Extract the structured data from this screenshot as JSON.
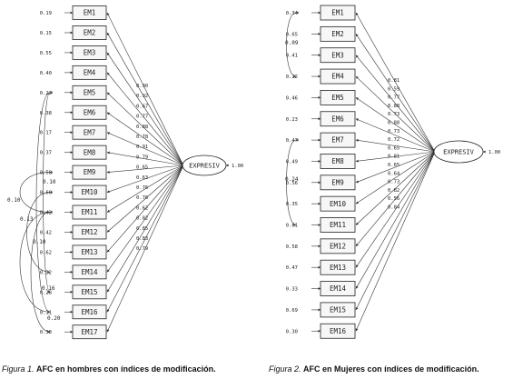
{
  "models": [
    {
      "items": [
        "EM1",
        "EM2",
        "EM3",
        "EM4",
        "EM5",
        "EM6",
        "EM7",
        "EM8",
        "EM9",
        "EM10",
        "EM11",
        "EM12",
        "EM13",
        "EM14",
        "EM15",
        "EM16",
        "EM17"
      ],
      "error_variances": [
        "0.19",
        "0.15",
        "0.55",
        "0.40",
        "0.22",
        "0.38",
        "0.17",
        "0.37",
        "0.58",
        "0.60",
        "0.42",
        "0.42",
        "0.62",
        "0.32",
        "0.28",
        "0.31",
        "0.38"
      ],
      "loadings": [
        "0.90",
        "0.92",
        "0.67",
        "0.77",
        "0.88",
        "0.78",
        "0.91",
        "0.79",
        "0.65",
        "0.63",
        "0.76",
        "0.76",
        "0.62",
        "0.82",
        "0.85",
        "0.83",
        "0.79"
      ],
      "factor": "EXPRESIV",
      "factor_variance": "1.00",
      "covariances": [
        "0.10",
        "0.13",
        "0.10",
        "0.10",
        "0.16",
        "0.20"
      ],
      "caption": {
        "figure": "Figura 1.",
        "text": "AFC en hombres con índices de modificación."
      }
    },
    {
      "items": [
        "EM1",
        "EM2",
        "EM3",
        "EM4",
        "EM5",
        "EM6",
        "EM7",
        "EM8",
        "EM9",
        "EM10",
        "EM11",
        "EM12",
        "EM13",
        "EM14",
        "EM15",
        "EM16"
      ],
      "error_variances": [
        "0.34",
        "0.65",
        "0.41",
        "0.22",
        "0.46",
        "0.23",
        "0.47",
        "0.49",
        "0.56",
        "0.35",
        "0.61",
        "0.58",
        "0.47",
        "0.33",
        "0.69",
        "0.30"
      ],
      "loadings": [
        "0.81",
        "0.59",
        "0.77",
        "0.88",
        "0.73",
        "0.88",
        "0.73",
        "0.72",
        "0.65",
        "0.81",
        "0.65",
        "0.64",
        "0.73",
        "0.82",
        "0.56",
        "0.84"
      ],
      "factor": "EXPRESIV",
      "factor_variance": "1.00",
      "covariances": [
        "0.09",
        "0.24"
      ],
      "caption": {
        "figure": "Figura 2.",
        "text": "AFC en Mujeres con índices de modificación."
      }
    }
  ]
}
